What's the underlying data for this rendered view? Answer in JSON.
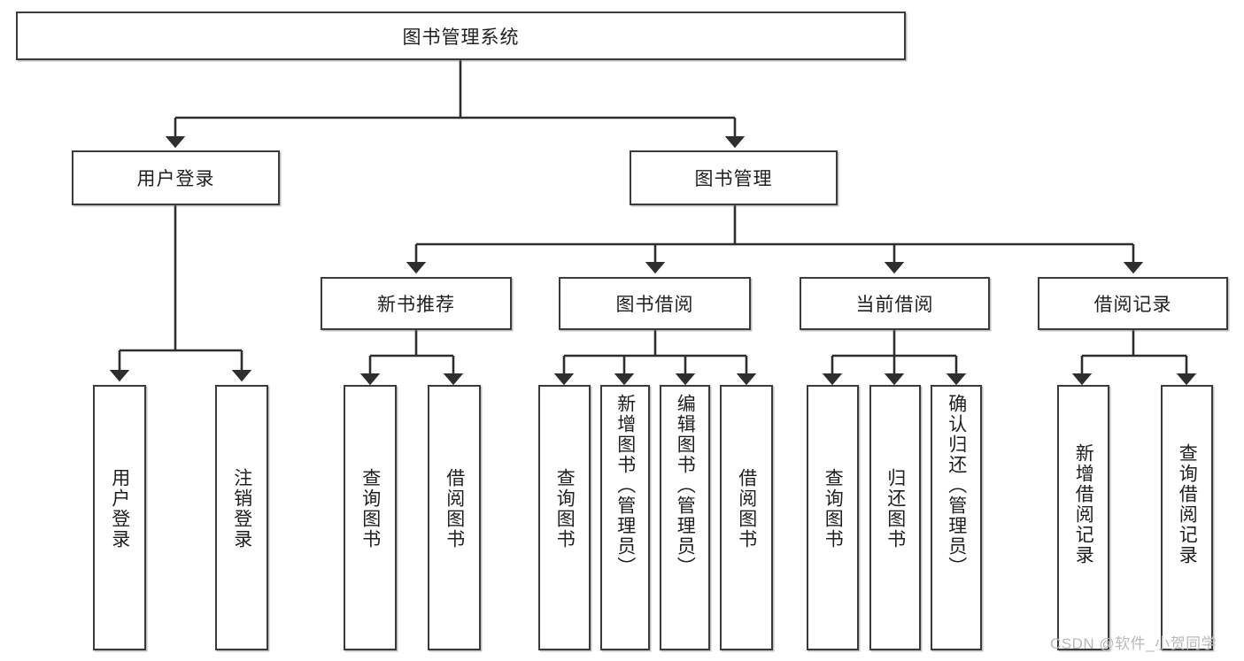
{
  "diagram": {
    "title": "图书管理系统",
    "type": "hierarchy-tree",
    "root": {
      "label": "图书管理系统"
    },
    "level2": [
      {
        "label": "用户登录"
      },
      {
        "label": "图书管理"
      }
    ],
    "level3": [
      {
        "label": "新书推荐"
      },
      {
        "label": "图书借阅"
      },
      {
        "label": "当前借阅"
      },
      {
        "label": "借阅记录"
      }
    ],
    "leaves": {
      "user_login": [
        {
          "label": "用户登录"
        },
        {
          "label": "注销登录"
        }
      ],
      "new_book_recommend": [
        {
          "label": "查询图书"
        },
        {
          "label": "借阅图书"
        }
      ],
      "book_borrow": [
        {
          "label": "查询图书"
        },
        {
          "label": "新增图书（管理员）"
        },
        {
          "label": "编辑图书（管理员）"
        },
        {
          "label": "借阅图书"
        }
      ],
      "current_borrow": [
        {
          "label": "查询图书"
        },
        {
          "label": "归还图书"
        },
        {
          "label": "确认归还（管理员）"
        }
      ],
      "borrow_record": [
        {
          "label": "新增借阅记录"
        },
        {
          "label": "查询借阅记录"
        }
      ]
    }
  },
  "watermark": {
    "text": "CSDN @软件_小贺同学"
  },
  "colors": {
    "border": "#3b3b3b",
    "text": "#1f1f1f",
    "background": "#ffffff",
    "watermark": "#b9b9b9"
  }
}
